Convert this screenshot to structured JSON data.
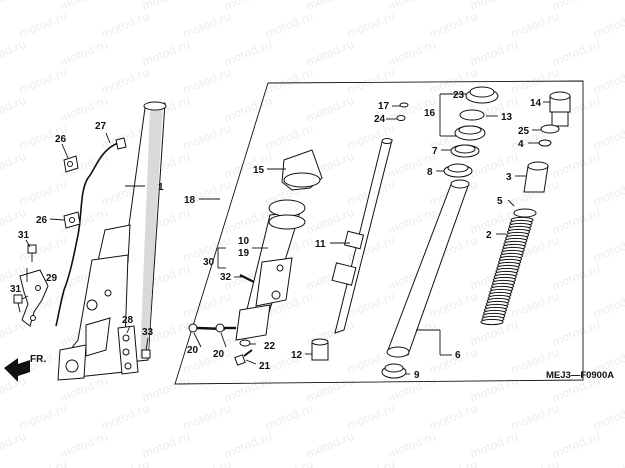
{
  "watermark": "motod.ru",
  "diagram_code": "MEJ3—F0900A",
  "direction_label": "FR.",
  "callouts": {
    "c1": "1",
    "c2": "2",
    "c3": "3",
    "c4": "4",
    "c5": "5",
    "c6": "6",
    "c7": "7",
    "c8": "8",
    "c9": "9",
    "c10": "10",
    "c11": "11",
    "c12": "12",
    "c13": "13",
    "c14": "14",
    "c15": "15",
    "c16": "16",
    "c17": "17",
    "c18": "18",
    "c19": "19",
    "c20a": "20",
    "c20b": "20",
    "c21": "21",
    "c22": "22",
    "c23": "23",
    "c24": "24",
    "c25": "25",
    "c26a": "26",
    "c26b": "26",
    "c27": "27",
    "c28": "28",
    "c29": "29",
    "c30": "30",
    "c31a": "31",
    "c31b": "31",
    "c32": "32",
    "c33": "33"
  }
}
